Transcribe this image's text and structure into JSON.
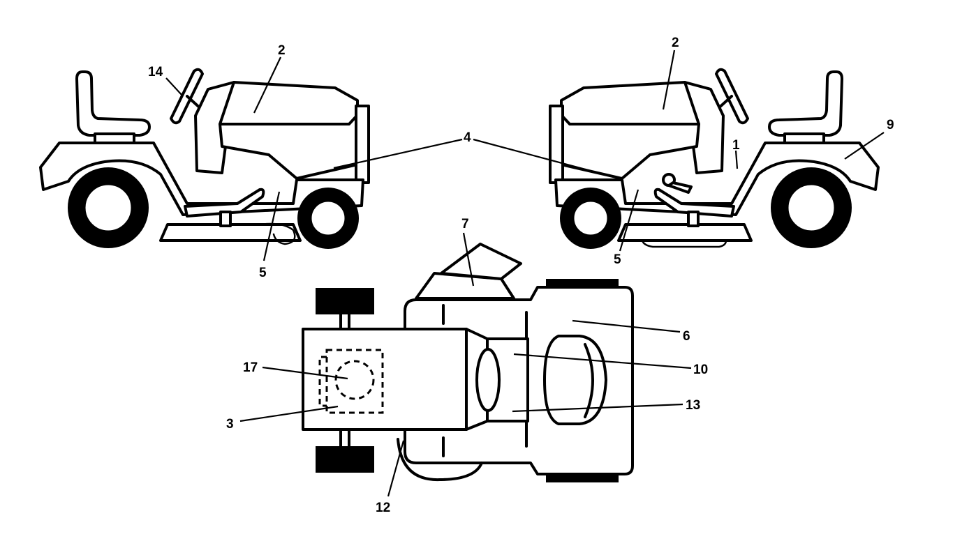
{
  "callouts": {
    "c1": "1",
    "c2": "2",
    "c3": "3",
    "c4": "4",
    "c5": "5",
    "c6": "6",
    "c7": "7",
    "c9": "9",
    "c10": "10",
    "c12": "12",
    "c13": "13",
    "c14": "14",
    "c17": "17"
  }
}
